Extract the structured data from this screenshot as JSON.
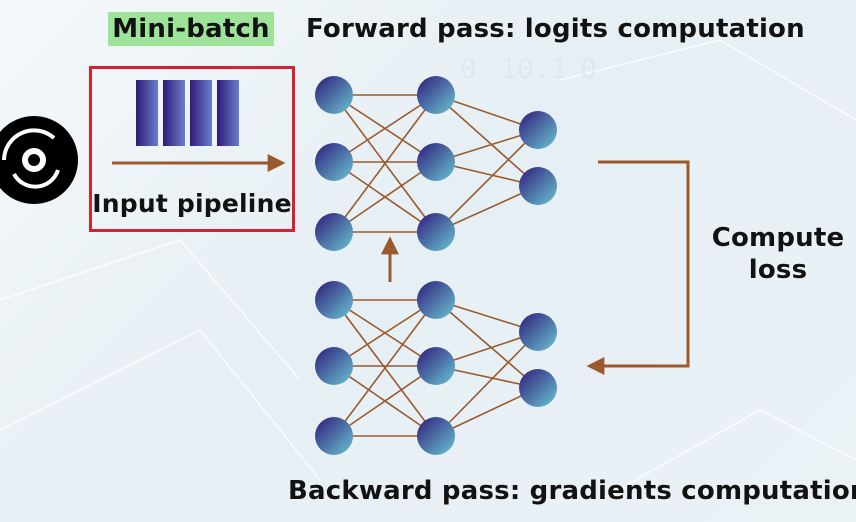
{
  "labels": {
    "mini_batch": "Mini-batch",
    "forward": "Forward pass: logits computation",
    "backward": "Backward pass: gradients computation",
    "compute_loss_line1": "Compute",
    "compute_loss_line2": "loss",
    "input_pipeline": "Input pipeline"
  },
  "colors": {
    "edge": "#9a5a2d",
    "box_border": "#d7212f",
    "mini_batch_bg": "#9ee39a",
    "node_dark": "#2f1a7a",
    "node_light": "#69c6d2"
  },
  "icons": {
    "data_source": "disk-icon",
    "minibatch": "stacked-batches-icon"
  }
}
